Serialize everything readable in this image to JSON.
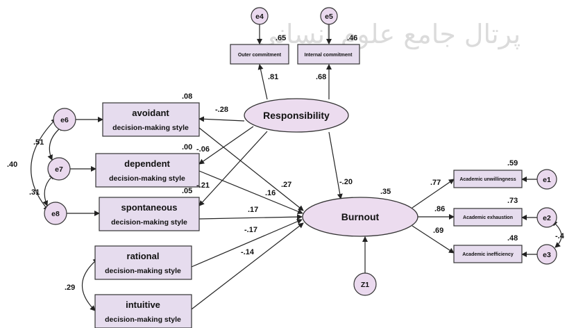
{
  "watermark": "پرتال جامع علوم انسانی",
  "latents": {
    "responsibility": "Responsibility",
    "burnout": "Burnout"
  },
  "observed": {
    "avoidant": {
      "main": "avoidant",
      "sub": "decision-making style"
    },
    "dependent": {
      "main": "dependent",
      "sub": "decision-making style"
    },
    "spontaneous": {
      "main": "spontaneous",
      "sub": "decision-making style"
    },
    "rational": {
      "main": "rational",
      "sub": "decision-making style"
    },
    "intuitive": {
      "main": "intuitive",
      "sub": "decision-making style"
    },
    "outer_commitment": "Outer commitment",
    "internal_commitment": "Internal commitment",
    "academic_unwillingness": "Academic unwillingness",
    "academic_exhaustion": "Academic exhaustion",
    "academic_inefficiency": "Academic inefficiency"
  },
  "errors": {
    "e1": "e1",
    "e2": "e2",
    "e3": "e3",
    "e4": "e4",
    "e5": "e5",
    "e6": "e6",
    "e7": "e7",
    "e8": "e8",
    "z1": "Z1"
  },
  "r2": {
    "outer_commitment": ".65",
    "internal_commitment": ".46",
    "avoidant": ".08",
    "dependent": ".00",
    "spontaneous": ".05",
    "burnout": ".35",
    "academic_unwillingness": ".59",
    "academic_exhaustion": ".73",
    "academic_inefficiency": ".48"
  },
  "paths": {
    "resp_outer": ".81",
    "resp_internal": ".68",
    "resp_avoidant": "-.28",
    "resp_dependent": "-.06",
    "resp_spontaneous": "-.21",
    "resp_burnout": "-.20",
    "avoidant_burnout": ".27",
    "dependent_burnout": ".16",
    "spontaneous_burnout": ".17",
    "rational_burnout": "-.17",
    "intuitive_burnout": "-.14",
    "burnout_unwillingness": ".77",
    "burnout_exhaustion": ".86",
    "burnout_inefficiency": ".69"
  },
  "covariances": {
    "e6_e7": ".51",
    "e7_e8": ".31",
    "e6_e8": ".40",
    "rational_intuitive": ".29",
    "e2_e3": "-.4"
  },
  "colors": {
    "box_fill": "#e6dcee",
    "box_stroke": "#333333",
    "ellipse_fill": "#ecdcef",
    "line": "#222222"
  }
}
